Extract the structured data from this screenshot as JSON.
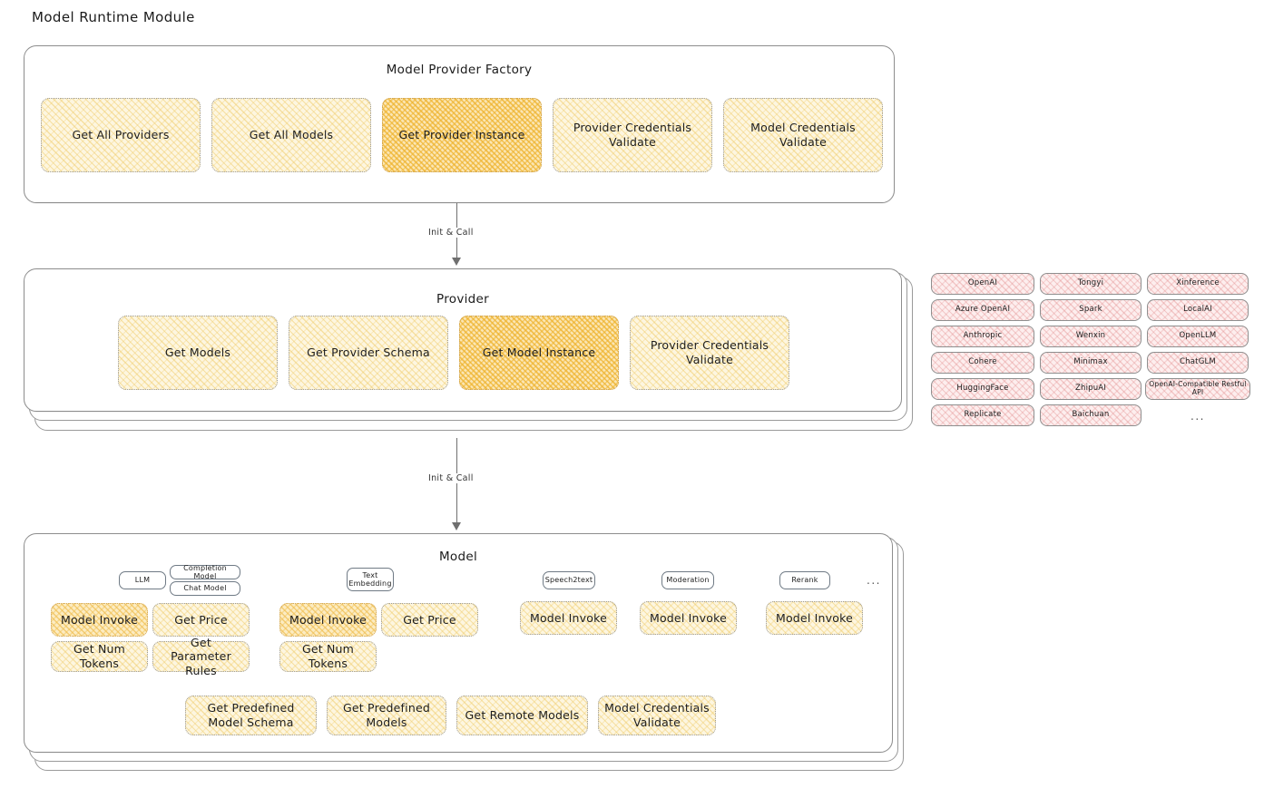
{
  "page": {
    "title": "Model Runtime Module"
  },
  "factory": {
    "title": "Model Provider Factory",
    "items": [
      {
        "label": "Get All Providers",
        "highlight": false
      },
      {
        "label": "Get All Models",
        "highlight": false
      },
      {
        "label": "Get Provider Instance",
        "highlight": true
      },
      {
        "label": "Provider Credentials Validate",
        "highlight": false
      },
      {
        "label": "Model Credentials Validate",
        "highlight": false
      }
    ]
  },
  "arrow1": {
    "label": "Init & Call"
  },
  "provider": {
    "title": "Provider",
    "items": [
      {
        "label": "Get Models",
        "highlight": false
      },
      {
        "label": "Get Provider Schema",
        "highlight": false
      },
      {
        "label": "Get Model Instance",
        "highlight": true
      },
      {
        "label": "Provider Credentials Validate",
        "highlight": false
      }
    ]
  },
  "provider_list": {
    "columns": [
      [
        "OpenAI",
        "Azure OpenAI",
        "Anthropic",
        "Cohere",
        "HuggingFace",
        "Replicate"
      ],
      [
        "Tongyi",
        "Spark",
        "Wenxin",
        "Minimax",
        "ZhipuAI",
        "Baichuan"
      ],
      [
        "Xinference",
        "LocalAI",
        "OpenLLM",
        "ChatGLM",
        "OpenAI-Compatible Restful API"
      ]
    ],
    "more": "..."
  },
  "arrow2": {
    "label": "Init & Call"
  },
  "model": {
    "title": "Model",
    "more": "...",
    "types": [
      {
        "name": "LLM",
        "subtypes": [
          "Completion Model",
          "Chat Model"
        ],
        "methods": [
          {
            "label": "Model Invoke",
            "highlight": "mid"
          },
          {
            "label": "Get Price",
            "highlight": "light"
          },
          {
            "label": "Get Num Tokens",
            "highlight": "light"
          },
          {
            "label": "Get Parameter Rules",
            "highlight": "light"
          }
        ]
      },
      {
        "name": "Text Embedding",
        "subtypes": [],
        "methods": [
          {
            "label": "Model Invoke",
            "highlight": "mid"
          },
          {
            "label": "Get Price",
            "highlight": "light"
          },
          {
            "label": "Get Num Tokens",
            "highlight": "light"
          }
        ]
      },
      {
        "name": "Speech2text",
        "subtypes": [],
        "methods": [
          {
            "label": "Model Invoke",
            "highlight": "light"
          }
        ]
      },
      {
        "name": "Moderation",
        "subtypes": [],
        "methods": [
          {
            "label": "Model Invoke",
            "highlight": "light"
          }
        ]
      },
      {
        "name": "Rerank",
        "subtypes": [],
        "methods": [
          {
            "label": "Model Invoke",
            "highlight": "light"
          }
        ]
      }
    ],
    "shared_methods": [
      {
        "label": "Get Predefined Model Schema"
      },
      {
        "label": "Get Predefined Models"
      },
      {
        "label": "Get Remote Models"
      },
      {
        "label": "Model Credentials Validate"
      }
    ]
  },
  "colors": {
    "highlight_amber": "#eeb22c",
    "light_yellow": "#fdf6e0",
    "provider_pink": "#fdeeee",
    "badge_blue": "#eaf3fb",
    "stroke": "#8d8d8d"
  }
}
